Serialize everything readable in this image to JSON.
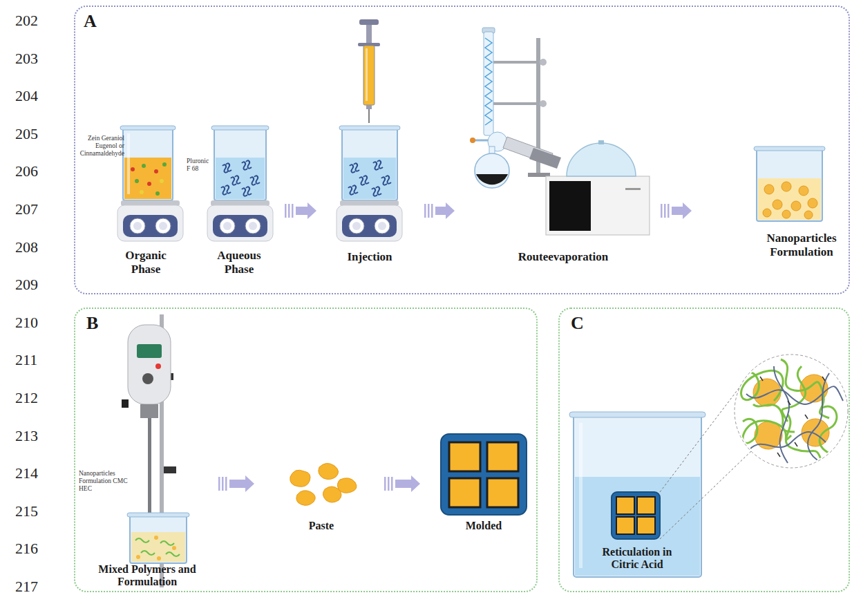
{
  "diagram": {
    "nodes": [
      {
        "text": [
          "A"
        ]
      },
      {
        "text": [
          "Zein Geraniol Eugenol or Cinnamaldehyde",
          "Organic Phase"
        ],
        "in": 0
      },
      {
        "text": [
          "Pluronic F 68",
          "Aqueous Phase"
        ],
        "in": 0
      },
      {
        "text": [
          "Injection"
        ],
        "in": 0
      },
      {
        "text": [
          "Routeevaporation"
        ],
        "in": 0
      },
      {
        "text": [
          "Nanoparticles Formulation"
        ],
        "in": 0
      },
      {
        "text": [
          "B"
        ]
      },
      {
        "text": [
          "Nanoparticles Formulation CMC HEC",
          "Mixed Polymers and Formulation"
        ],
        "in": 6
      },
      {
        "text": [
          "Paste"
        ],
        "in": 6
      },
      {
        "text": [
          "Molded"
        ],
        "in": 6
      },
      {
        "text": [
          "C"
        ]
      },
      {
        "text": [
          "Reticulation in Citric Acid"
        ],
        "in": 10
      }
    ],
    "edges": [
      {
        "from": 2,
        "to": 3,
        "arrow": "to"
      },
      {
        "from": 3,
        "to": 4,
        "arrow": "to"
      },
      {
        "from": 4,
        "to": 5,
        "arrow": "to"
      },
      {
        "from": 7,
        "to": 8,
        "arrow": "to"
      },
      {
        "from": 8,
        "to": 9,
        "arrow": "to"
      }
    ],
    "labels": [
      "202",
      "203",
      "204",
      "205",
      "206",
      "207",
      "208",
      "209",
      "210",
      "211",
      "212",
      "213",
      "214",
      "215",
      "216",
      "217"
    ]
  }
}
